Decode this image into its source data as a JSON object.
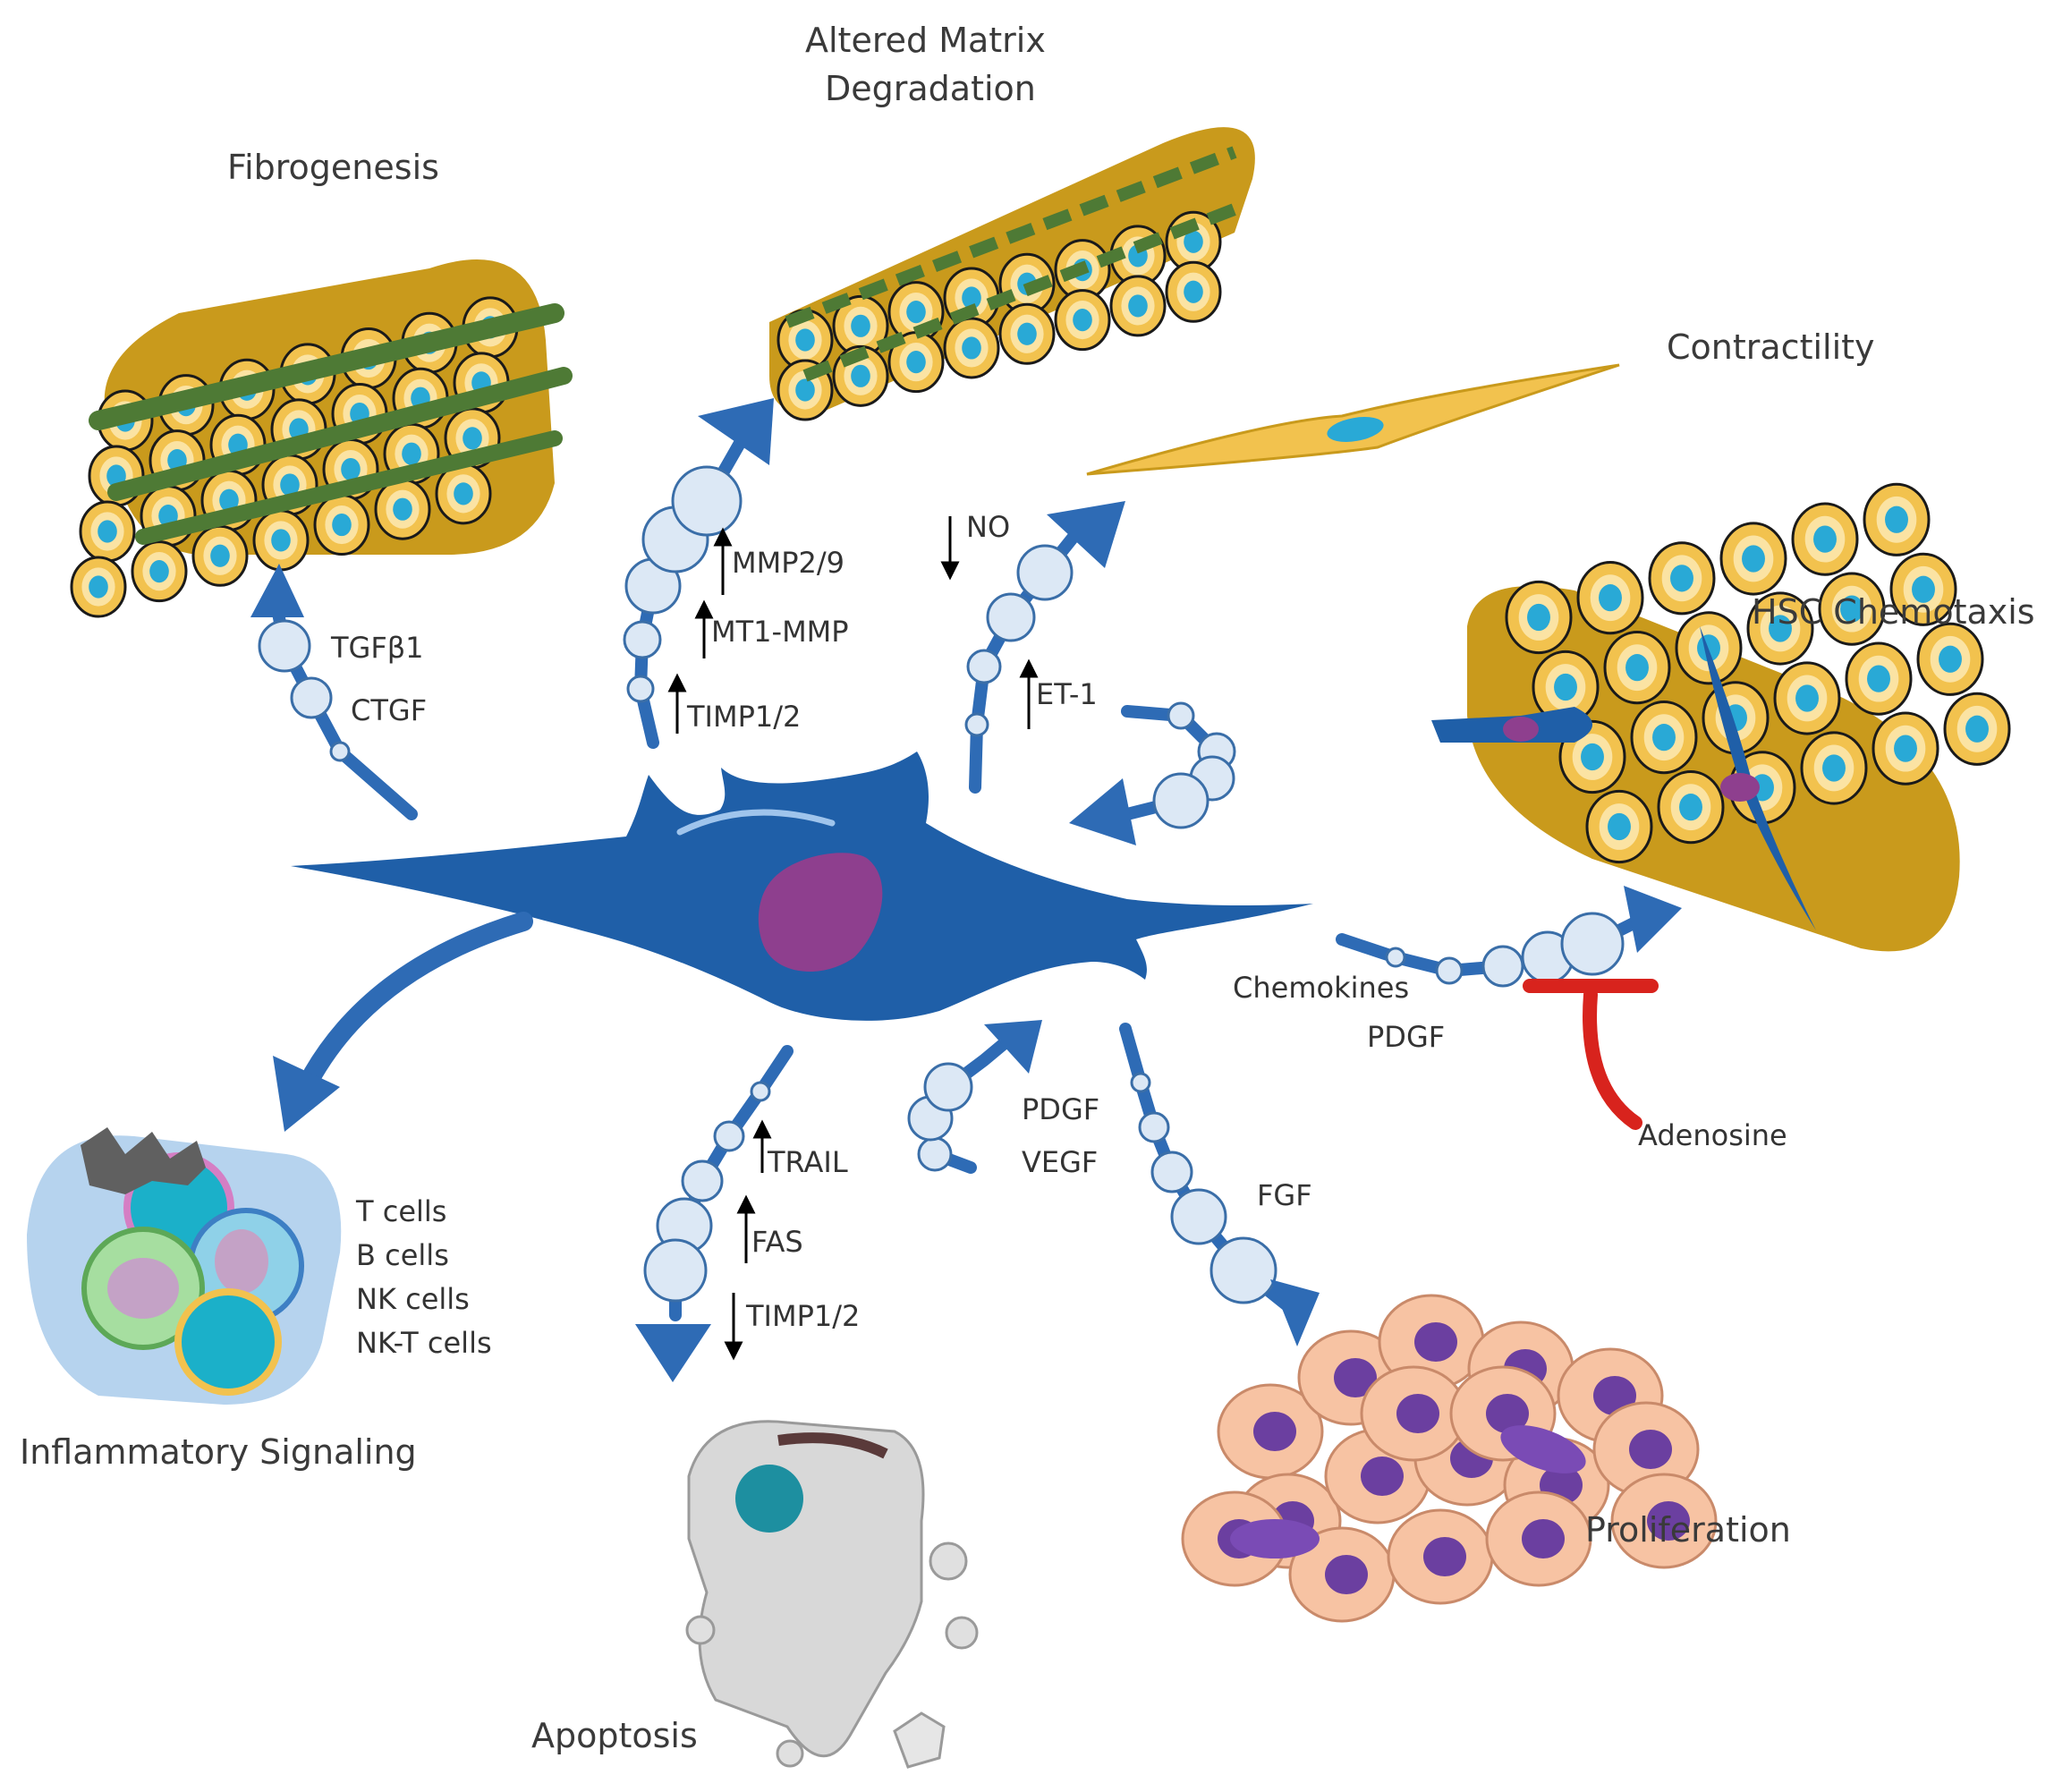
{
  "colors": {
    "hsc_body": "#1f5fa8",
    "arrow_blue": "#2e6bb5",
    "bead_fill": "#dce8f5",
    "hepatocyte": "#f2c24e",
    "nucleus": "#29a9d6",
    "matrix_brown": "#c99a1c",
    "fiber_green": "#4e7a35",
    "inhibit_red": "#d8231d",
    "prolif_cell": "#f7c3a3",
    "prolif_nucleus": "#6b3fa0",
    "apoptotic_cell": "#d8d8d8"
  },
  "processes": {
    "fibrogenesis": "Fibrogenesis",
    "matrix_degradation_line1": "Altered Matrix",
    "matrix_degradation_line2": "Degradation",
    "contractility": "Contractility",
    "hsc_chemotaxis": "HSC Chemotaxis",
    "proliferation": "Proliferation",
    "apoptosis": "Apoptosis",
    "inflammatory_signaling": "Inflammatory Signaling"
  },
  "mediators": {
    "fibrogenesis": [
      "TGFβ1",
      "CTGF"
    ],
    "matrix": [
      {
        "label": "MMP2/9",
        "direction": "up"
      },
      {
        "label": "MT1-MMP",
        "direction": "up"
      },
      {
        "label": "TIMP1/2",
        "direction": "up"
      }
    ],
    "contractility": [
      {
        "label": "NO",
        "direction": "down"
      },
      {
        "label": "ET-1",
        "direction": "up"
      }
    ],
    "chemotaxis": [
      "Chemokines",
      "PDGF"
    ],
    "inhibitor": "Adenosine",
    "autocrine": [
      "PDGF",
      "VEGF"
    ],
    "proliferation": [
      "FGF"
    ],
    "apoptosis": [
      {
        "label": "TRAIL",
        "direction": "up"
      },
      {
        "label": "FAS",
        "direction": "up"
      },
      {
        "label": "TIMP1/2",
        "direction": "down"
      }
    ],
    "inflammatory_cells": [
      "T cells",
      "B cells",
      "NK cells",
      "NK-T cells"
    ]
  }
}
